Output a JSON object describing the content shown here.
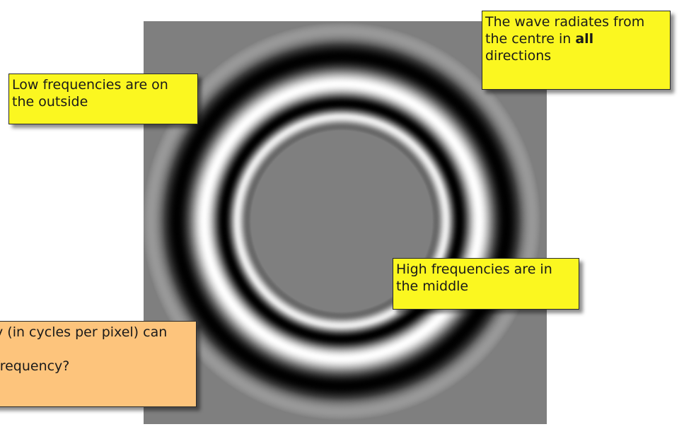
{
  "colors": {
    "note_yellow": "#fbf720",
    "note_orange": "#fdc47c",
    "image_background": "#7f7f7f"
  },
  "notes": {
    "low_frequencies": {
      "lines": [
        "Low frequencies are on",
        "the outside"
      ]
    },
    "wave_radiates": {
      "line1": "The wave radiates from",
      "line2_prefix": "the centre in ",
      "line2_bold": "all",
      "line3": "directions"
    },
    "high_frequencies": {
      "lines": [
        "High frequencies are in",
        "the middle"
      ]
    },
    "question": {
      "line1": "y (in cycles per pixel) can",
      "line2": "",
      "line3": " frequency?"
    }
  }
}
